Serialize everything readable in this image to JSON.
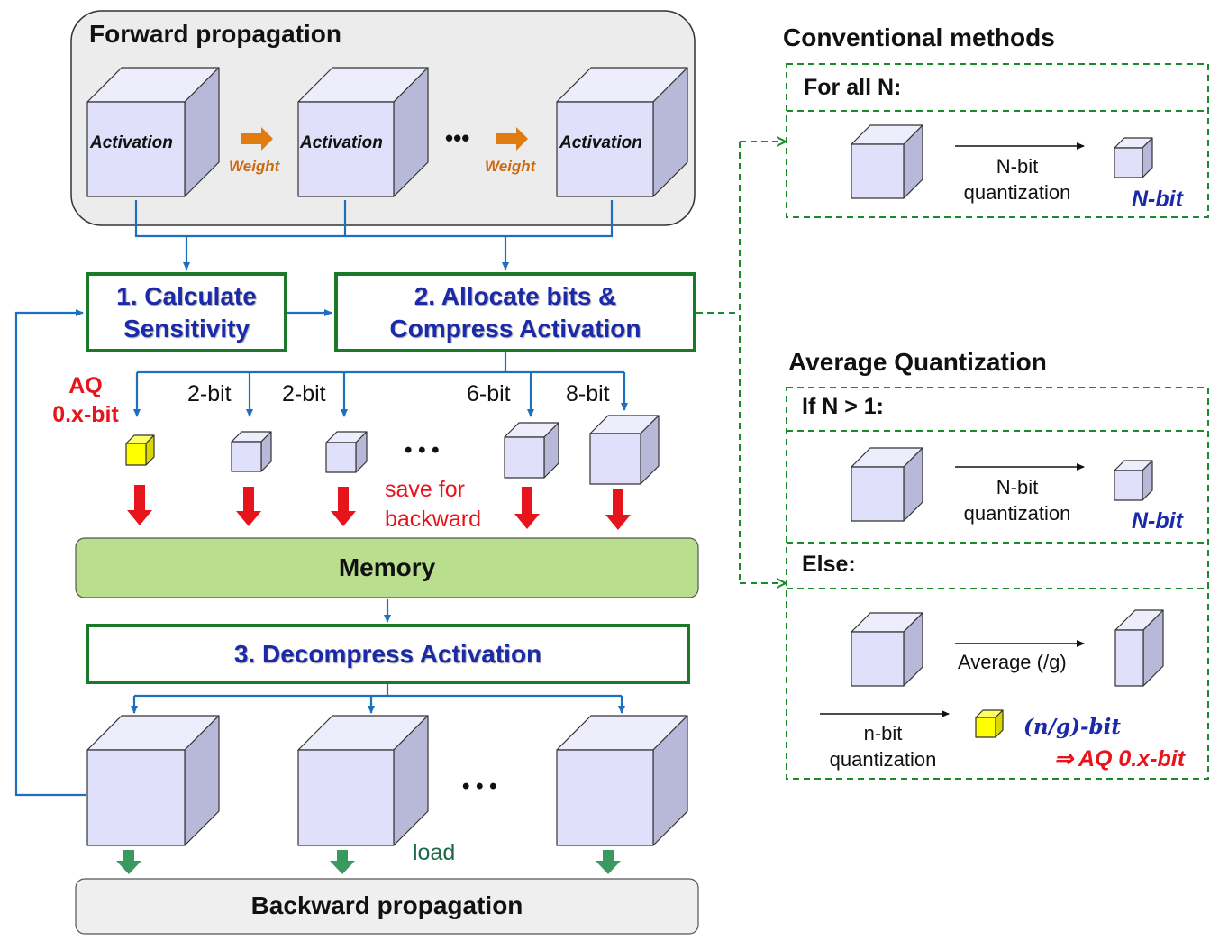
{
  "forward": {
    "title": "Forward propagation",
    "activation_label": "Activation",
    "weight_label": "Weight",
    "ellipsis": "•••"
  },
  "steps": {
    "calculate": [
      "1. Calculate",
      "Sensitivity"
    ],
    "allocate": [
      "2. Allocate bits &",
      "Compress Activation"
    ],
    "decompress": "3. Decompress Activation"
  },
  "bits": {
    "aq": [
      "AQ",
      "0.x-bit"
    ],
    "labels": [
      "2-bit",
      "2-bit",
      "6-bit",
      "8-bit"
    ],
    "ellipsis": "• • •",
    "save": [
      "save for",
      "backward"
    ]
  },
  "memory_label": "Memory",
  "backward": {
    "title": "Backward propagation",
    "load_label": "load",
    "ellipsis": "• • •"
  },
  "conventional": {
    "title": "Conventional methods",
    "header": "For all N:",
    "quant": [
      "N-bit",
      "quantization"
    ],
    "result": "N-bit"
  },
  "average": {
    "title": "Average Quantization",
    "header_if": "If N > 1:",
    "quant": [
      "N-bit",
      "quantization"
    ],
    "result": "N-bit",
    "header_else": "Else:",
    "avg_label": "Average (/g)",
    "nquant": [
      "n-bit",
      "quantization"
    ],
    "ng_label": "(n/g)-bit",
    "aq_result": "⇒ AQ 0.x-bit"
  },
  "colors": {
    "cube_front": "#e0e0fb",
    "cube_side": "#b8b8d8",
    "cube_yellow": "#ffff00",
    "step_border": "#1a7a2a",
    "step_text": "#1a2aaa",
    "memory_fill": "#b9df8e",
    "arrow_red": "#e8141b",
    "arrow_green": "#3a9a5e",
    "arrow_blue": "#1f6fbf",
    "dashed_green": "#1a8a2a",
    "weight_orange": "#e07b12"
  }
}
